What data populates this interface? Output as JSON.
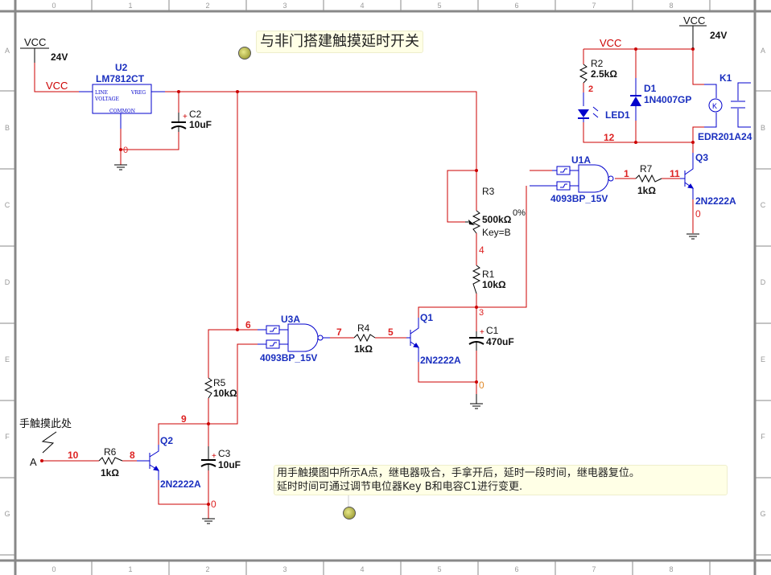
{
  "rulers": {
    "columns": [
      "0",
      "1",
      "2",
      "3",
      "4",
      "5",
      "6",
      "7",
      "8"
    ],
    "rows": [
      "A",
      "B",
      "C",
      "D",
      "E",
      "F",
      "G"
    ]
  },
  "notes": {
    "title": "与非门搭建触摸延时开关",
    "description_line1": "用手触摸图中所示A点，继电器吸合，手拿开后，延时一段时间，继电器复位。",
    "description_line2": "延时时间可通过调节电位器Key B和电容C1进行变更."
  },
  "colors": {
    "wire": "#cc0000",
    "component": "#0000cc",
    "label_blue": "#1a2fbf",
    "text_black": "#111111",
    "node_red": "#dd2222",
    "ground_node": "#e08a2a",
    "ruler": "#888888"
  },
  "components": {
    "vcc1": {
      "name": "VCC",
      "value": "24V"
    },
    "vcc_net": "VCC",
    "u2": {
      "ref": "U2",
      "part": "LM7812CT",
      "pin_line": "LINE",
      "pin_voltage": "VOLTAGE",
      "pin_vreg": "VREG",
      "pin_common": "COMMON"
    },
    "c2": {
      "ref": "C2",
      "value": "10uF"
    },
    "vcc2": {
      "name": "VCC",
      "value": "24V"
    },
    "vcc_net2": "VCC",
    "r2": {
      "ref": "R2",
      "value": "2.5kΩ"
    },
    "led1": {
      "ref": "LED1"
    },
    "d1": {
      "ref": "D1",
      "part": "1N4007GP"
    },
    "k1": {
      "ref": "K1",
      "part": "EDR201A24",
      "coil": "K"
    },
    "q3": {
      "ref": "Q3",
      "part": "2N2222A"
    },
    "u1a": {
      "ref": "U1A",
      "part": "4093BP_15V"
    },
    "r7": {
      "ref": "R7",
      "value": "1kΩ"
    },
    "r3": {
      "ref": "R3",
      "value": "500kΩ",
      "key": "Key=B",
      "setting": "0%"
    },
    "r1": {
      "ref": "R1",
      "value": "10kΩ"
    },
    "q1": {
      "ref": "Q1",
      "part": "2N2222A"
    },
    "c1": {
      "ref": "C1",
      "value": "470uF"
    },
    "u3a": {
      "ref": "U3A",
      "part": "4093BP_15V"
    },
    "r4": {
      "ref": "R4",
      "value": "1kΩ"
    },
    "r5": {
      "ref": "R5",
      "value": "10kΩ"
    },
    "q2": {
      "ref": "Q2",
      "part": "2N2222A"
    },
    "c3": {
      "ref": "C3",
      "value": "10uF"
    },
    "r6": {
      "ref": "R6",
      "value": "1kΩ"
    },
    "touch": {
      "label": "手触摸此处",
      "terminal": "A"
    }
  },
  "nets": {
    "n0a": "0",
    "n2": "2",
    "n12": "12",
    "n1": "1",
    "n11": "11",
    "n0b": "0",
    "n4": "4",
    "n3": "3",
    "n6": "6",
    "n7": "7",
    "n5": "5",
    "n0c": "0",
    "n9": "9",
    "n10": "10",
    "n8": "8",
    "n0d": "0"
  }
}
